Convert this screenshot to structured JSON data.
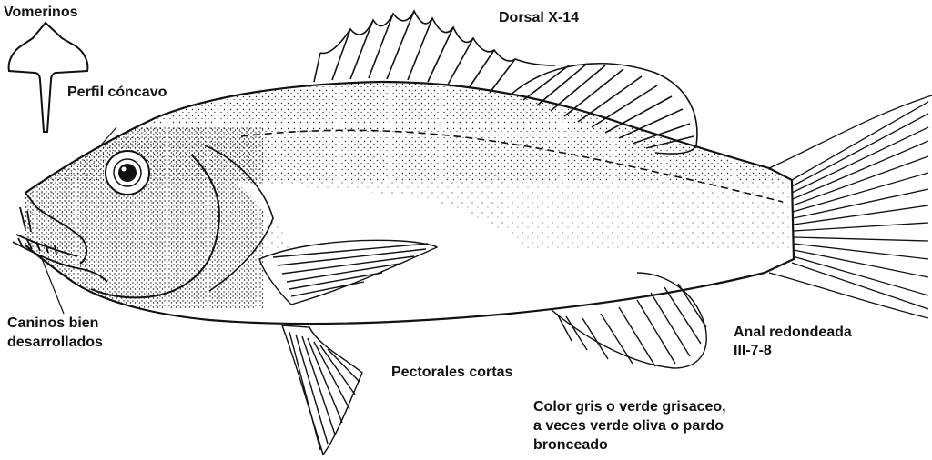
{
  "labels": {
    "vomerinos": "Vomerinos",
    "perfil": "Perfil cóncavo",
    "dorsal": "Dorsal X-14",
    "caninos_1": "Caninos bien",
    "caninos_2": "desarrollados",
    "pectorales": "Pectorales cortas",
    "anal_1": "Anal redondeada",
    "anal_2": "III-7-8",
    "color_1": "Color gris o verde grisaceo,",
    "color_2": "a veces verde oliva o pardo",
    "color_3": "bronceado"
  },
  "colors": {
    "ink": "#111111",
    "background": "#ffffff"
  }
}
